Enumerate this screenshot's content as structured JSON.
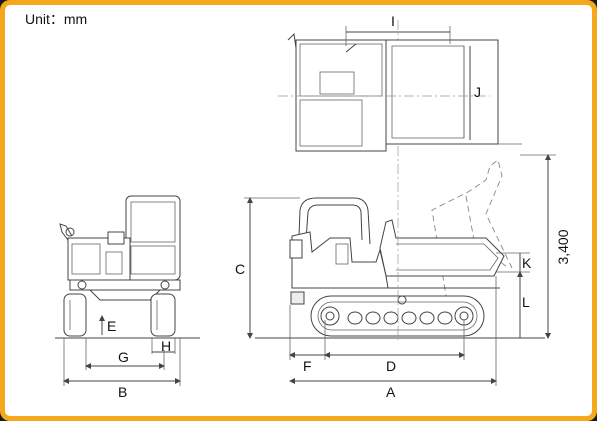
{
  "unit_label": "Unit：mm",
  "labels": {
    "A": "A",
    "B": "B",
    "C": "C",
    "D": "D",
    "E": "E",
    "F": "F",
    "G": "G",
    "H": "H",
    "I": "I",
    "J": "J",
    "K": "K",
    "L": "L",
    "height_3400": "3,400"
  },
  "colors": {
    "frame": "#f5a81c",
    "line": "#444444",
    "background": "#ffffff"
  }
}
